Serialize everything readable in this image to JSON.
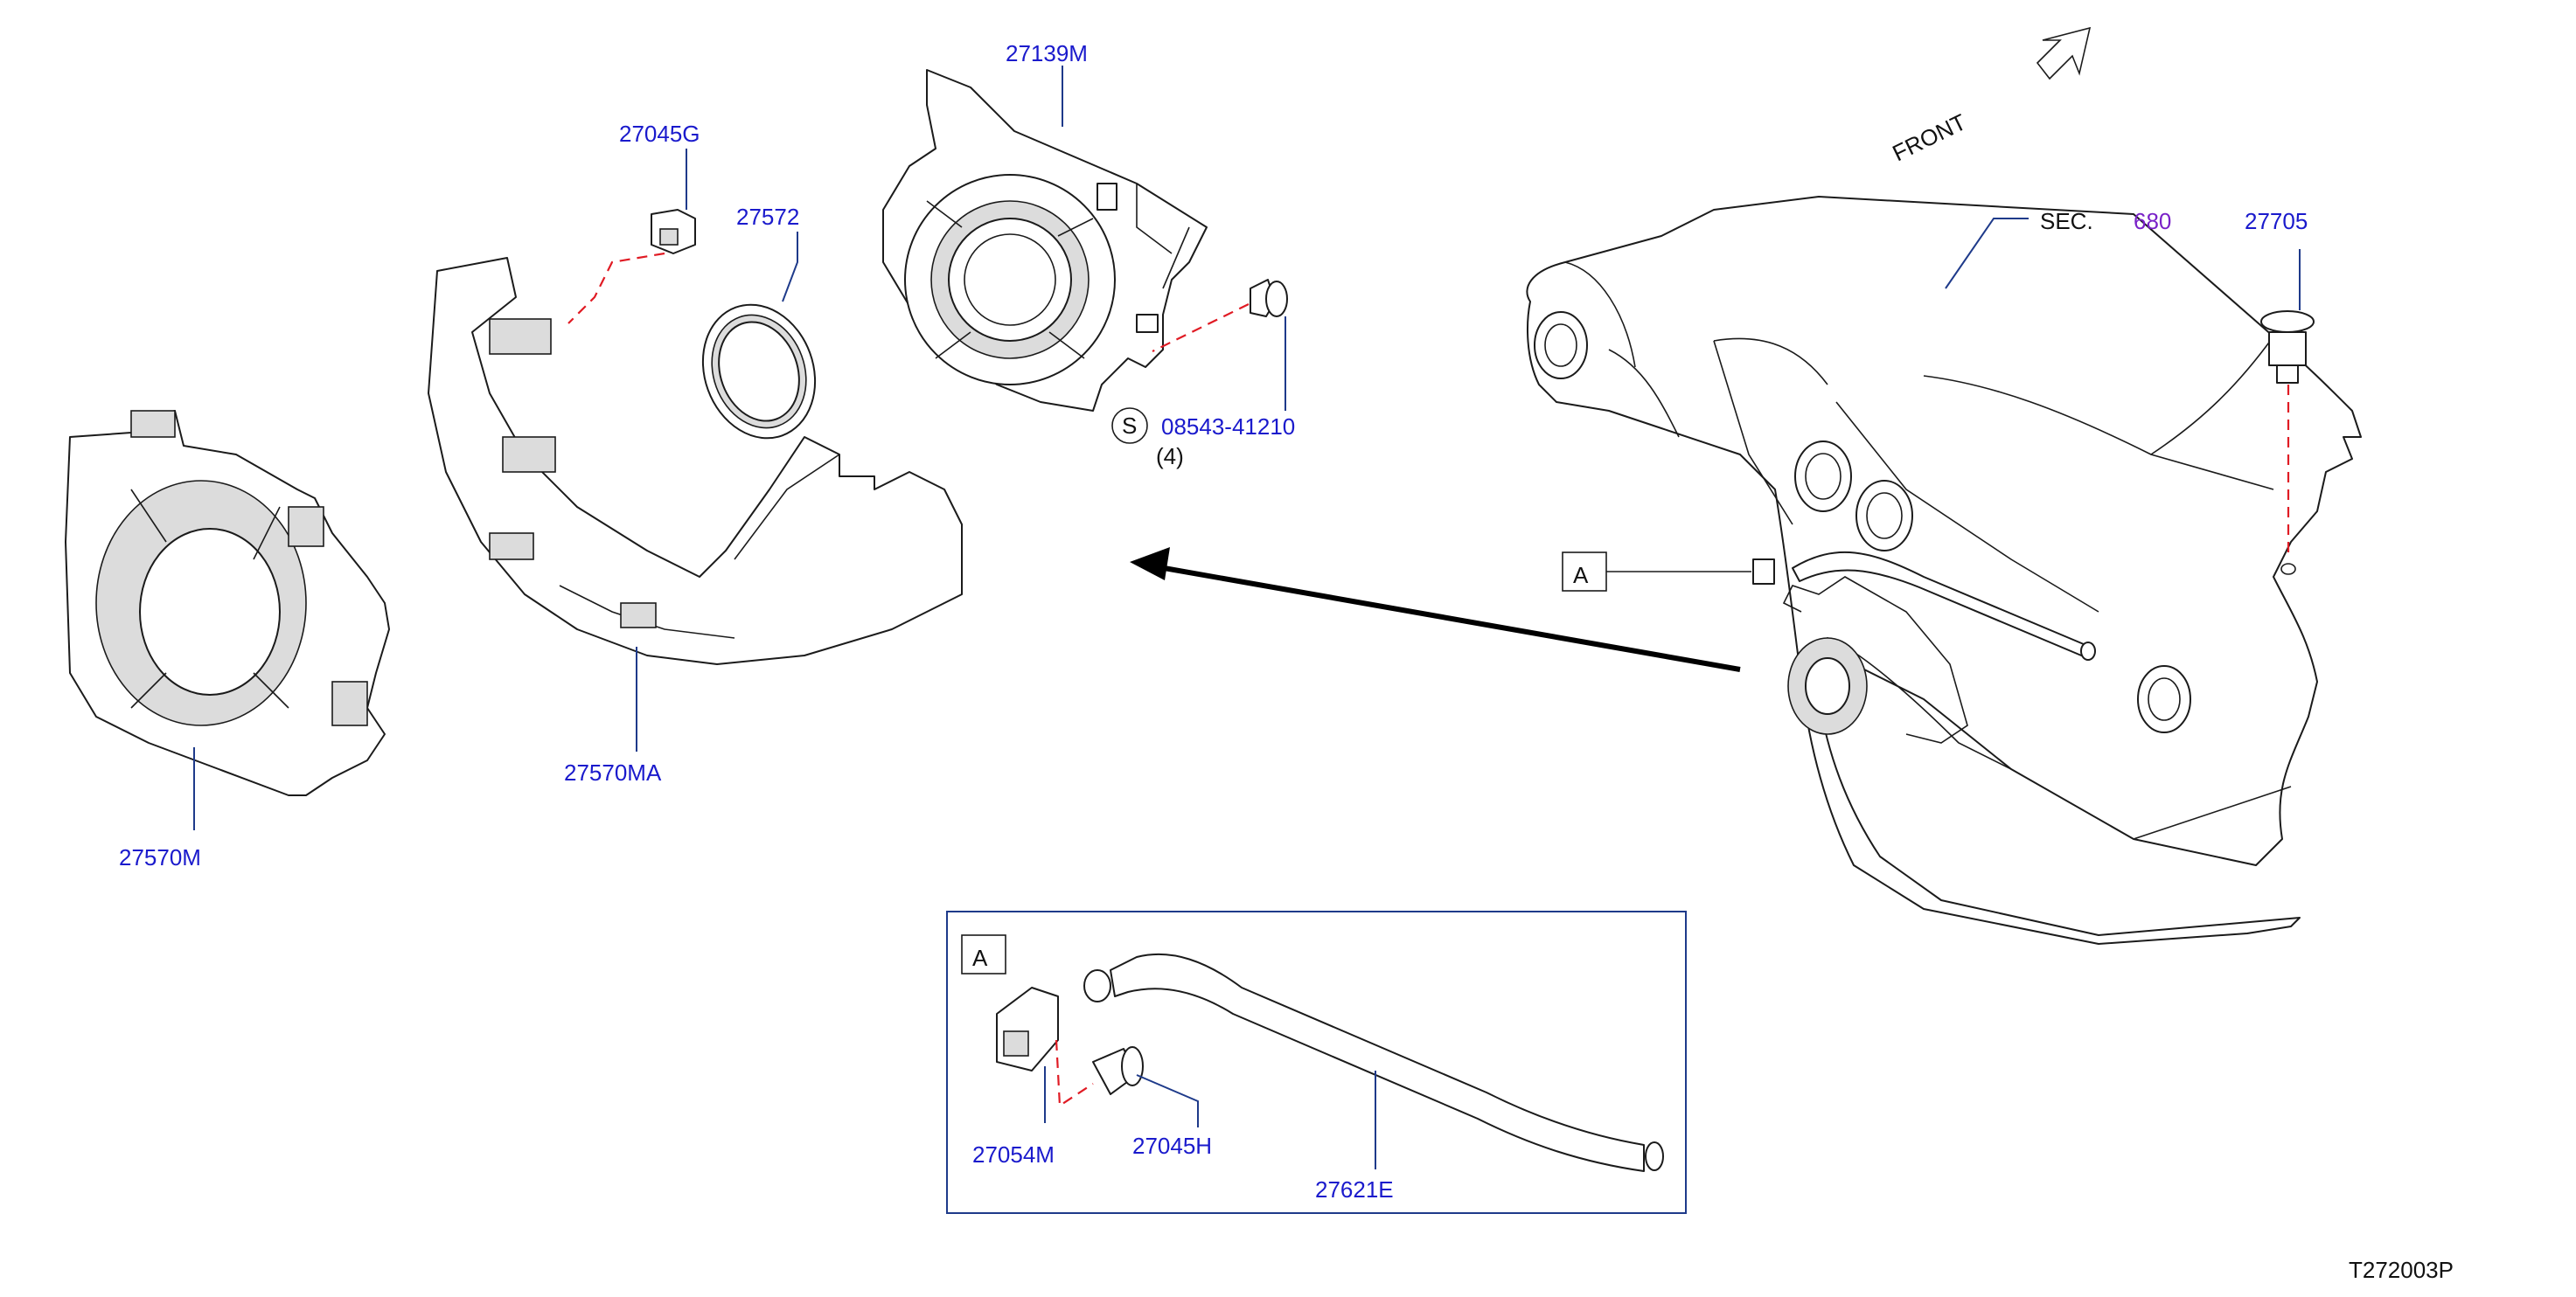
{
  "diagram": {
    "code": "T272003P",
    "front_label": "FRONT",
    "section_ref": {
      "prefix": "SEC.",
      "number": "680"
    },
    "callout_letter": "A",
    "inset_letter": "A",
    "screw_symbol": "S",
    "screw_qty": "(4)",
    "parts": {
      "p27139M": "27139M",
      "p27045G": "27045G",
      "p27572": "27572",
      "p08543": "08543-41210",
      "p27705": "27705",
      "p27570M": "27570M",
      "p27570MA": "27570MA",
      "p27054M": "27054M",
      "p27045H": "27045H",
      "p27621E": "27621E"
    },
    "colors": {
      "part_number": "#1a1acc",
      "section_number": "#7a22c8",
      "leader": "#1e3a8a",
      "hidden_line": "#e01b24",
      "inset_border": "#1e3a8a"
    }
  }
}
